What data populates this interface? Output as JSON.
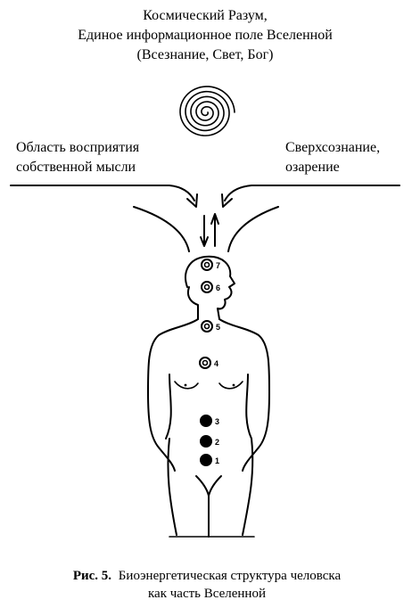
{
  "header": {
    "line1": "Космический Разум,",
    "line2": "Единое информационное поле Вселенной",
    "line3": "(Всезнание, Свет, Бог)"
  },
  "left_label": {
    "line1": "Область восприятия",
    "line2": "собственной мысли"
  },
  "right_label": {
    "line1": "Сверхсознание,",
    "line2": "озарение"
  },
  "chakras": [
    {
      "number": "7"
    },
    {
      "number": "6"
    },
    {
      "number": "5"
    },
    {
      "number": "4"
    },
    {
      "number": "3"
    },
    {
      "number": "2"
    },
    {
      "number": "1"
    }
  ],
  "caption": {
    "prefix": "Рис. 5.",
    "line1": "Биоэнергетическая структура человска",
    "line2": "как часть Вселенной"
  },
  "colors": {
    "ink": "#000000",
    "paper": "#ffffff"
  }
}
